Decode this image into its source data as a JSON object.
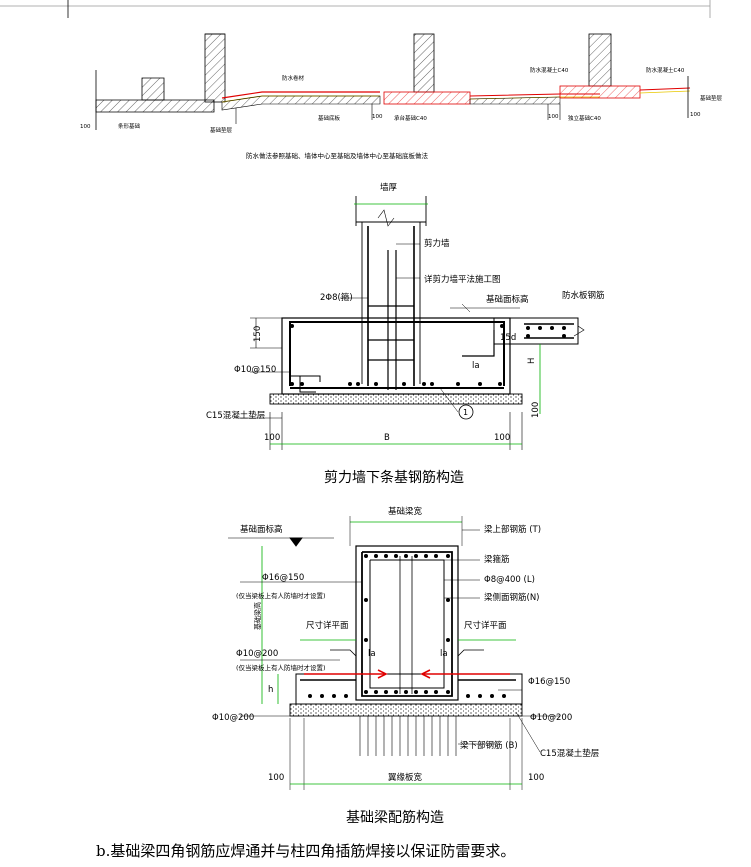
{
  "top_section": {
    "labels": {
      "waterproof_layer": "防水卷材",
      "foundation_slab": "基础底板",
      "strip_foundation": "条形基础",
      "foundation_pad": "基础垫层",
      "waterproof_c40_a": "防水混凝土C40",
      "waterproof_c40_b": "防水混凝土C40",
      "beam_slab_a": "承台基础C40",
      "beam_slab_b": "独立基础C40",
      "edge_label": "基础垫层",
      "dim_100": "100",
      "dim_100b": "100",
      "dim_100c": "100",
      "dim_100d": "100"
    },
    "note": "防水做法参照基础、墙体中心至基础及墙体中心至基础底板做法"
  },
  "figure1": {
    "wall_thickness": "墙厚",
    "shear_wall": "剪力墙",
    "detail_ref": "详剪力墙平法施工图",
    "top_bar": "2Φ8(箍)",
    "top_elev": "基础面标高",
    "waterproof_bar": "防水板钢筋",
    "dim_150": "150",
    "dim_15d": "15d",
    "dim_la": "la",
    "dim_H": "H",
    "bottom_bar": "Φ10@150",
    "cushion": "C15混凝土垫层",
    "circle_ref": "1",
    "dim_100_left": "100",
    "dim_100_right": "100",
    "dim_100_side": "100",
    "dim_B": "B",
    "caption": "剪力墙下条基钢筋构造"
  },
  "figure2": {
    "beam_width": "基础梁宽",
    "top_elev": "基础面标高",
    "top_bars": "梁上部钢筋 (T)",
    "stirrup": "梁箍筋",
    "stirrup_spec": "Φ8@400 (L)",
    "side_bars": "梁侧面钢筋(N)",
    "left_bar_1": "Φ16@150",
    "left_note_1": "(仅当梁板上有人防墙时才设置)",
    "vertical_label": "基础梁高",
    "size_note_left": "尺寸详平面",
    "size_note_right": "尺寸详平面",
    "left_bar_2": "Φ10@200",
    "left_note_2": "(仅当梁板上有人防墙时才设置)",
    "dim_la_left": "la",
    "dim_la_right": "la",
    "dim_h": "h",
    "right_bar_1": "Φ16@150",
    "bottom_left_bar": "Φ10@200",
    "bottom_right_bar": "Φ10@200",
    "bottom_bars": "梁下部钢筋 (B)",
    "cushion": "C15混凝土垫层",
    "dim_100_left": "100",
    "dim_100_right": "100",
    "slab_width": "翼缘板宽",
    "caption": "基础梁配筋构造"
  },
  "footnote": "b.基础梁四角钢筋应焊通并与柱四角插筋焊接以保证防雷要求。",
  "colors": {
    "line": "#000000",
    "red": "#e00000",
    "green": "#00b000",
    "yellow": "#e8c800",
    "cyan": "#00c8e0",
    "magenta": "#d000d0"
  }
}
